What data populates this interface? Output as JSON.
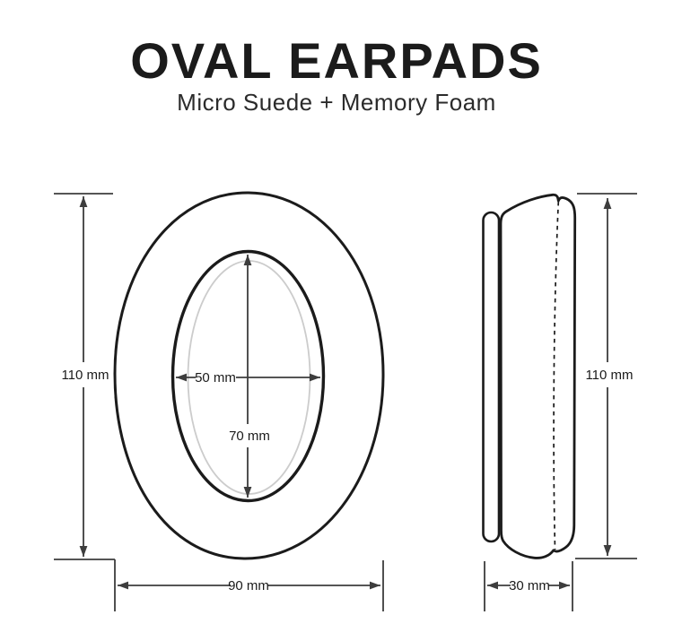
{
  "header": {
    "title": "OVAL EARPADS",
    "subtitle": "Micro Suede + Memory Foam"
  },
  "front_view": {
    "outer_height": "110 mm",
    "outer_width": "90 mm",
    "inner_opening_width": "50 mm",
    "inner_opening_height": "70 mm"
  },
  "side_view": {
    "height": "110 mm",
    "thickness": "30 mm"
  },
  "colors": {
    "background": "#ffffff",
    "outline_ink": "#1b1b1b",
    "dimension_line": "#3d3d3d",
    "seam_highlight": "#cccccc"
  }
}
